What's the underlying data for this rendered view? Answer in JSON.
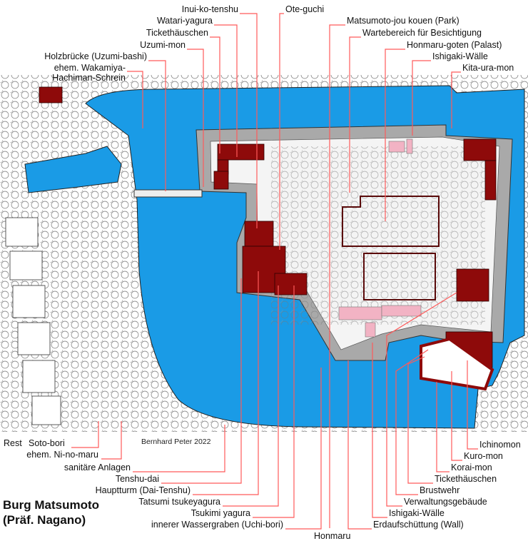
{
  "title": {
    "line1": "Burg Matsumoto",
    "line2": "(Präf. Nagano)"
  },
  "credit": "Bernhard Peter 2022",
  "colors": {
    "water": "#1a9be6",
    "wall": "#a9a9a9",
    "building": "#8e0a0a",
    "pink": "#f2b3c4",
    "leader": "#ff5a5a"
  },
  "labels_top": {
    "inui_ko_tenshu": "Inui-ko-tenshu",
    "ote_guchi": "Ote-guchi",
    "watari_yagura": "Watari-yagura",
    "park": "Matsumoto-jou kouen (Park)",
    "tickethaeuschen": "Tickethäuschen",
    "wartebereich": "Wartebereich für Besichtigung",
    "uzumi_mon": "Uzumi-mon",
    "honmaru_goten": "Honmaru-goten (Palast)",
    "holzbruecke": "Holzbrücke (Uzumi-bashi)",
    "ishigaki_waelle": "Ishigaki-Wälle",
    "wakamiya_1": "ehem. Wakamiya-",
    "wakamiya_2": "Hachiman-Schrein",
    "kita_ura_mon": "Kita-ura-mon"
  },
  "labels_bottom": {
    "rest": "Rest",
    "soto_bori": "Soto-bori",
    "ni_no_maru": "ehem. Ni-no-maru",
    "sanitaere": "sanitäre Anlagen",
    "tenshu_dai": "Tenshu-dai",
    "hauptturm": "Hauptturm (Dai-Tenshu)",
    "tatsumi": "Tatsumi tsukeyagura",
    "tsukimi": "Tsukimi yagura",
    "uchi_bori": "innerer Wassergraben (Uchi-bori)",
    "honmaru": "Honmaru",
    "ichinomon": "Ichinomon",
    "kuro_mon": "Kuro-mon",
    "korai_mon": "Korai-mon",
    "tickethaeuschen": "Tickethäuschen",
    "brustwehr": "Brustwehr",
    "verwaltung": "Verwaltungsgebäude",
    "ishigaki_waelle": "Ishigaki-Wälle",
    "erdaufschuettung": "Erdaufschüttung (Wall)"
  }
}
